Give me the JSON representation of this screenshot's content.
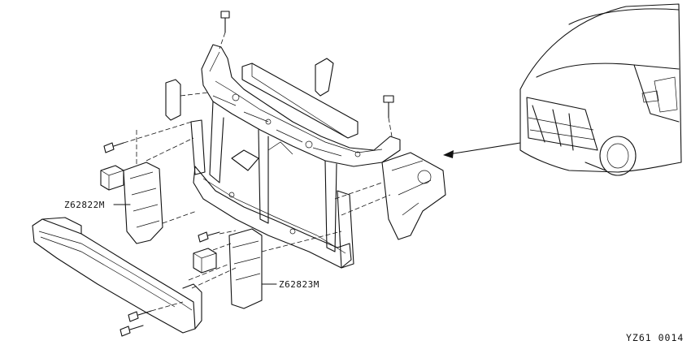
{
  "labels": {
    "part_a": "Z62822M",
    "part_b": "Z62823M",
    "figure_code": "YZ61 0014"
  }
}
